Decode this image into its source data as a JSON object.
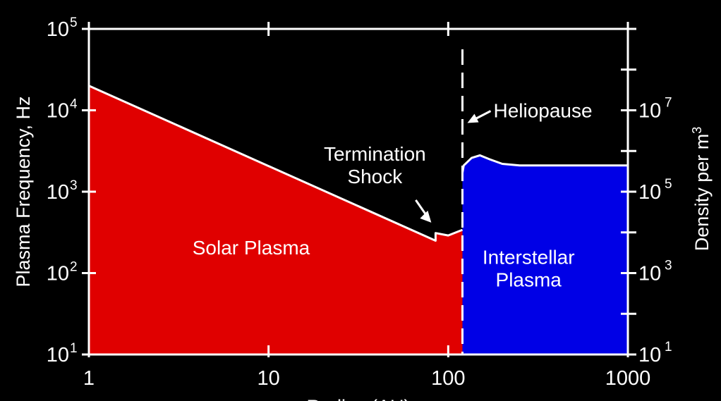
{
  "chart_data": {
    "type": "area",
    "title": "",
    "xlabel": "Radius (AU)",
    "ylabel": "Plasma Frequency, Hz",
    "ylabel_right": "Density per m",
    "ylabel_right_sup": "3",
    "x_scale": "log",
    "y_scale": "log",
    "xlim": [
      1,
      1000
    ],
    "ylim": [
      10,
      100000
    ],
    "y_right_lim": [
      10,
      1000000000
    ],
    "x_ticks": [
      1,
      10,
      100,
      1000
    ],
    "x_tick_labels": [
      "1",
      "10",
      "100",
      "1000"
    ],
    "y_ticks": [
      10,
      100,
      1000,
      10000,
      100000
    ],
    "y_tick_labels": [
      {
        "base": "10",
        "exp": "1"
      },
      {
        "base": "10",
        "exp": "2"
      },
      {
        "base": "10",
        "exp": "3"
      },
      {
        "base": "10",
        "exp": "4"
      },
      {
        "base": "10",
        "exp": "5"
      }
    ],
    "y_right_ticks": [
      10,
      1000,
      100000,
      10000000
    ],
    "y_right_tick_labels": [
      {
        "base": "10",
        "exp": "1"
      },
      {
        "base": "10",
        "exp": "3"
      },
      {
        "base": "10",
        "exp": "5"
      },
      {
        "base": "10",
        "exp": "7"
      }
    ],
    "grid": false,
    "series": [
      {
        "name": "Solar Plasma",
        "color": "#e00000",
        "x": [
          1,
          85,
          85,
          100,
          120
        ],
        "y": [
          20000,
          250,
          310,
          290,
          340
        ]
      },
      {
        "name": "Interstellar Plasma",
        "color": "#0000e6",
        "x": [
          120,
          122,
          135,
          150,
          170,
          200,
          250,
          400,
          1000
        ],
        "y": [
          1700,
          2100,
          2600,
          2800,
          2500,
          2200,
          2100,
          2100,
          2100
        ]
      }
    ],
    "region_labels": [
      {
        "lines": [
          "Solar Plasma"
        ],
        "x": 8,
        "y": 170
      },
      {
        "lines": [
          "Interstellar",
          "Plasma"
        ],
        "x": 280,
        "y": 130
      }
    ],
    "annotations": [
      {
        "id": "termination-shock",
        "lines": [
          "Termination",
          "Shock"
        ],
        "x": 85,
        "y": 280
      },
      {
        "id": "heliopause",
        "lines": [
          "Heliopause"
        ],
        "x": 120,
        "y": 10000
      }
    ],
    "heliopause_x": 120,
    "colors": {
      "background": "#000000",
      "solar": "#e00000",
      "interstellar": "#0000e6",
      "axes": "#ffffff"
    }
  }
}
